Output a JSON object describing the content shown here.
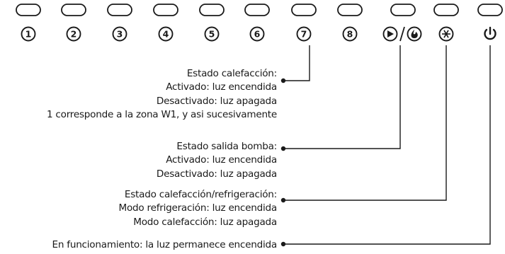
{
  "indicators": [
    {
      "id": "zone-1",
      "label": "1",
      "icon": "digit"
    },
    {
      "id": "zone-2",
      "label": "2",
      "icon": "digit"
    },
    {
      "id": "zone-3",
      "label": "3",
      "icon": "digit"
    },
    {
      "id": "zone-4",
      "label": "4",
      "icon": "digit"
    },
    {
      "id": "zone-5",
      "label": "5",
      "icon": "digit"
    },
    {
      "id": "zone-6",
      "label": "6",
      "icon": "digit"
    },
    {
      "id": "zone-7",
      "label": "7",
      "icon": "digit"
    },
    {
      "id": "zone-8",
      "label": "8",
      "icon": "digit"
    },
    {
      "id": "pump-heat",
      "label": "",
      "icon": "play-flame-icon"
    },
    {
      "id": "cool",
      "label": "",
      "icon": "snowflake-icon"
    },
    {
      "id": "power",
      "label": "",
      "icon": "power-icon"
    }
  ],
  "callouts": {
    "heating": {
      "title": "Estado calefacción:",
      "lines": [
        "Activado: luz encendida",
        "Desactivado: luz apagada",
        "1 corresponde a la zona W1, y asi sucesivamente"
      ]
    },
    "pump": {
      "title": "Estado salida bomba:",
      "lines": [
        "Activado: luz encendida",
        "Desactivado: luz apagada"
      ]
    },
    "mode": {
      "title": "Estado calefacción/refrigeración:",
      "lines": [
        "Modo refrigeración: luz encendida",
        "Modo calefacción: luz apagada"
      ]
    },
    "power": {
      "title": "En funcionamiento: la luz permanece encendida",
      "lines": []
    }
  }
}
